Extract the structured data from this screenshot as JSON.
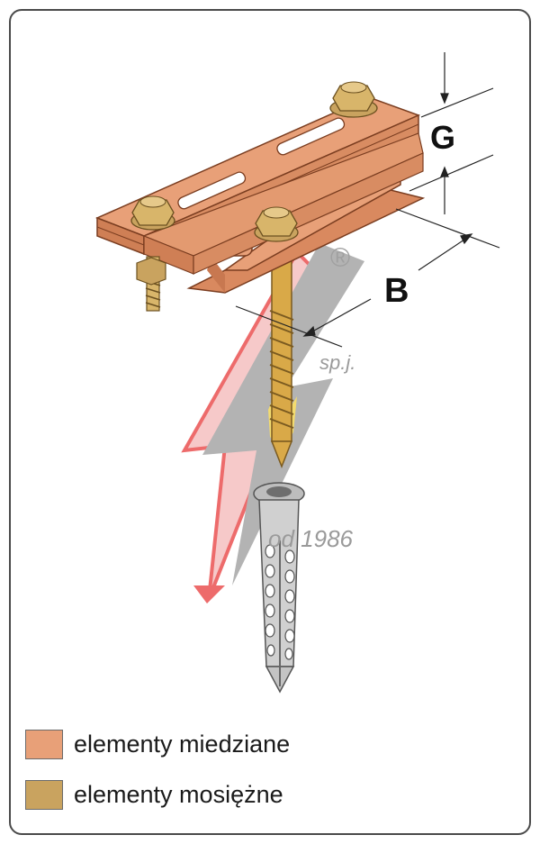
{
  "diagram": {
    "dimension_labels": {
      "g": "G",
      "b": "B"
    },
    "watermark": {
      "registered_mark": "®",
      "company_suffix": "sp.j.",
      "since": "od 1986"
    },
    "colors": {
      "copper": "#e8a078",
      "brass": "#c9a35f",
      "dowel": "#c8c8c8",
      "bolt_red": "#e83a3a",
      "bolt_gray": "#8a8a8a"
    }
  },
  "legend": {
    "items": [
      {
        "label": "elementy miedziane",
        "color": "#e8a078"
      },
      {
        "label": "elementy mosiężne",
        "color": "#c9a35f"
      }
    ]
  }
}
